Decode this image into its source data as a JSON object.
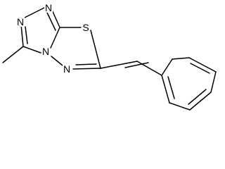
{
  "structure": {
    "atoms": {
      "n_triazole_top": "N",
      "n_triazole_left": "N",
      "n_bridgehead": "N",
      "n_thiadiazole": "N",
      "s_thiadiazole": "S"
    }
  },
  "colors": {
    "bond": "#000000",
    "label": "#000000",
    "background": "#ffffff"
  }
}
